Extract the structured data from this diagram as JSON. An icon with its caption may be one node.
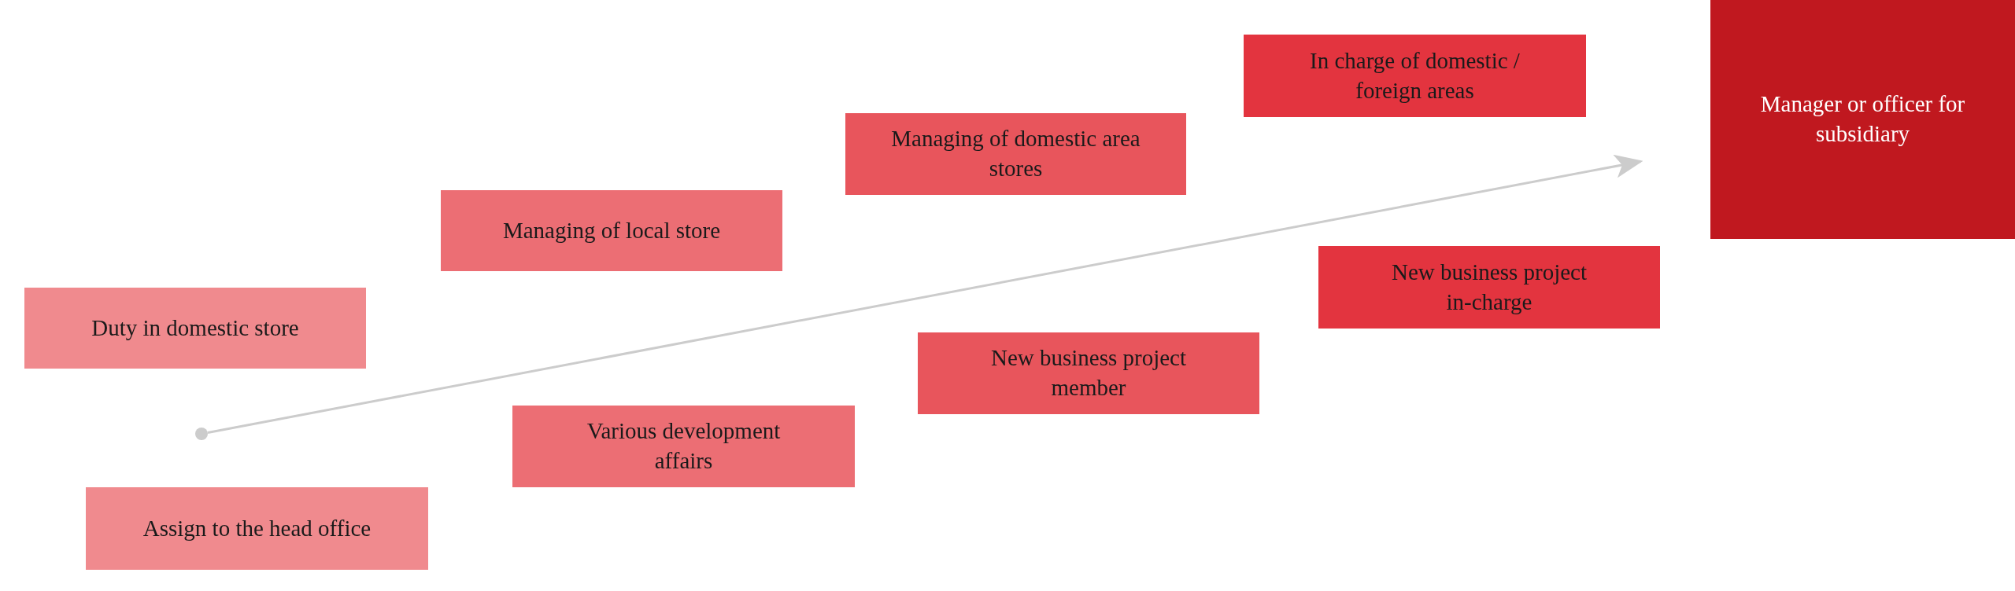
{
  "diagram": {
    "nodes": [
      {
        "text": [
          "Duty in domestic store"
        ]
      },
      {
        "text": [
          "Assign to the head office"
        ]
      },
      {
        "text": [
          "Managing of local store"
        ]
      },
      {
        "text": [
          "Various development affairs"
        ]
      },
      {
        "text": [
          "Managing of domestic area stores"
        ]
      },
      {
        "text": [
          "New business project member"
        ]
      },
      {
        "text": [
          "In charge of domestic / foreign areas"
        ]
      },
      {
        "text": [
          "New business project in-charge"
        ]
      },
      {
        "text": [
          "Manager or officer for subsidiary"
        ]
      },
      {
        "text": [],
        "shape": "circle"
      }
    ],
    "edges": [
      {
        "from": 9,
        "to": 8,
        "arrow": "to"
      }
    ]
  }
}
